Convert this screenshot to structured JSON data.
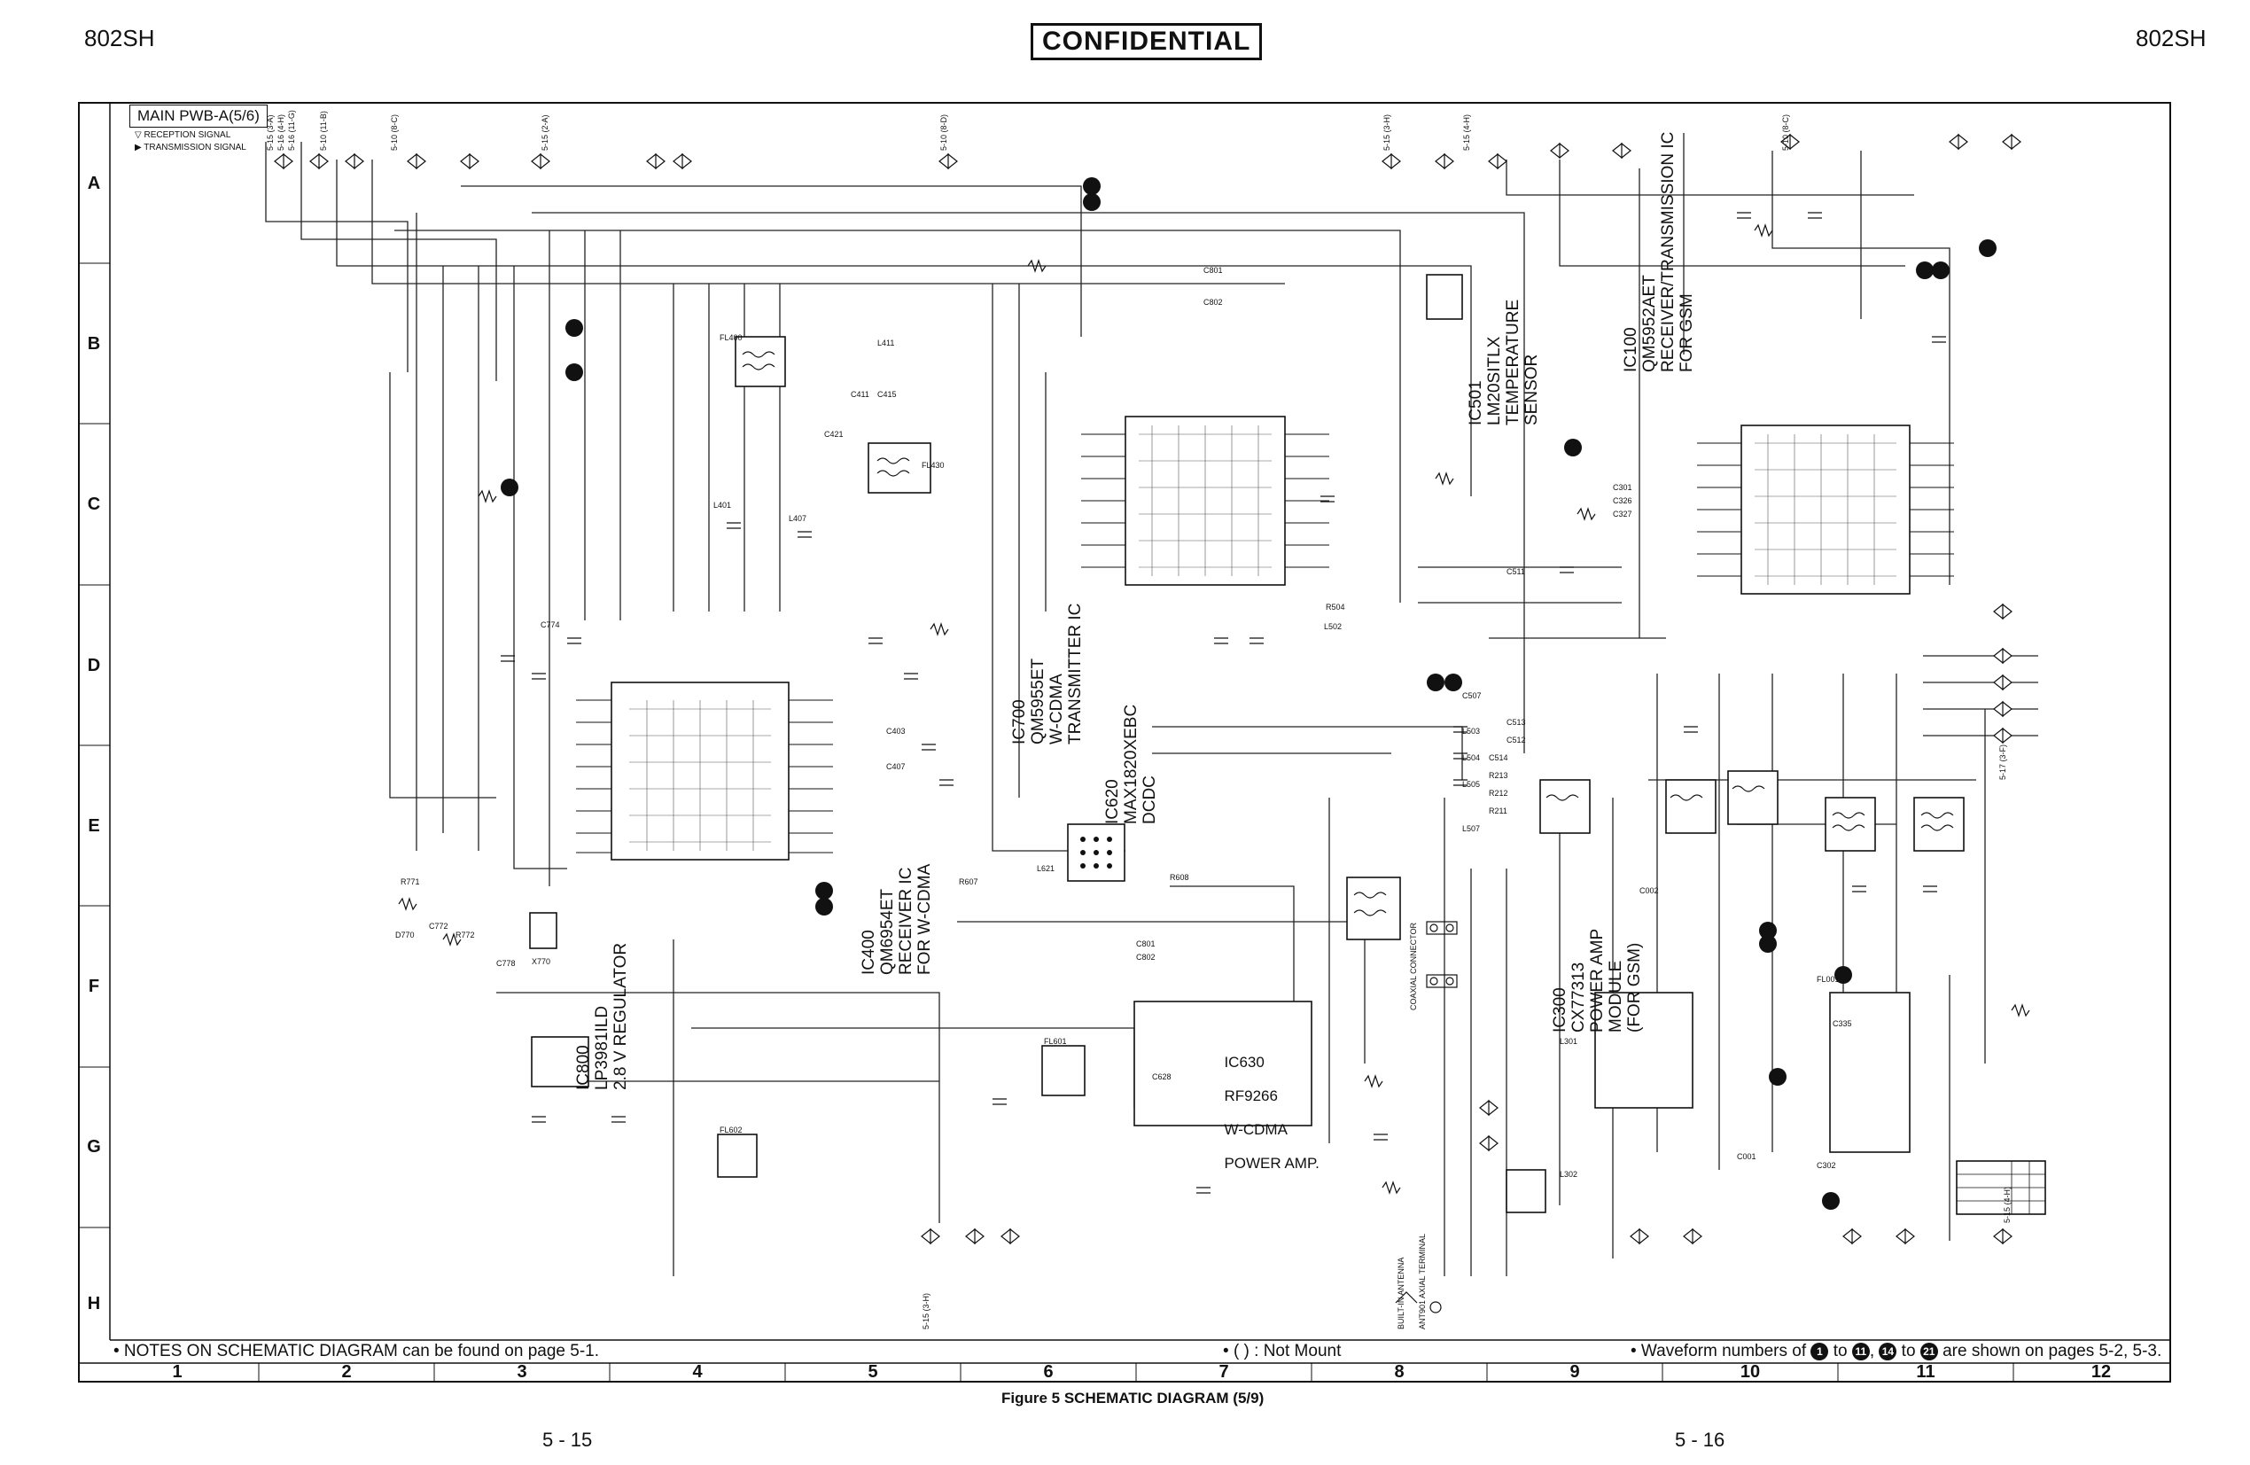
{
  "header": {
    "model_left": "802SH",
    "model_right": "802SH",
    "confidential": "CONFIDENTIAL"
  },
  "frame_title": "MAIN PWB-A(5/6)",
  "signal_legend": {
    "reception": "RECEPTION SIGNAL",
    "transmission": "TRANSMISSION SIGNAL"
  },
  "row_labels": [
    "A",
    "B",
    "C",
    "D",
    "E",
    "F",
    "G",
    "H"
  ],
  "col_labels": [
    "1",
    "2",
    "3",
    "4",
    "5",
    "6",
    "7",
    "8",
    "9",
    "10",
    "11",
    "12"
  ],
  "ic_blocks": [
    {
      "id": "IC700",
      "lines": [
        "IC700",
        "QM5955ET",
        "W-CDMA",
        "TRANSMITTER IC"
      ]
    },
    {
      "id": "IC400",
      "lines": [
        "IC400",
        "QM6954ET",
        "RECEIVER IC",
        "FOR W-CDMA"
      ]
    },
    {
      "id": "IC620",
      "lines": [
        "IC620",
        "MAX1820XEBC",
        "DCDC"
      ]
    },
    {
      "id": "IC630",
      "lines": [
        "IC630",
        "RF9266",
        "W-CDMA",
        "POWER AMP."
      ]
    },
    {
      "id": "IC800",
      "lines": [
        "IC800",
        "LP3981ILD",
        "2.8 V REGULATOR"
      ]
    },
    {
      "id": "IC501",
      "lines": [
        "IC501",
        "LM20SITLX",
        "TEMPERATURE",
        "SENSOR"
      ]
    },
    {
      "id": "IC100",
      "lines": [
        "IC100",
        "QM5952AET",
        "RECEIVER/TRANSMISSION IC",
        "FOR GSM"
      ]
    },
    {
      "id": "IC300",
      "lines": [
        "IC300",
        "CX77313",
        "POWER AMP",
        "MODULE",
        "(FOR GSM)"
      ]
    }
  ],
  "notes": {
    "left": "• NOTES ON SCHEMATIC DIAGRAM can be found on page 5-1.",
    "middle_prefix": "•",
    "middle": "(    ) : Not Mount",
    "right_prefix": "• Waveform numbers of",
    "right_to1": "to",
    "right_sep": ",",
    "right_to2": "to",
    "right_suffix": "are shown on pages 5-2, 5-3.",
    "badges": [
      "1",
      "11",
      "14",
      "21"
    ]
  },
  "caption": "Figure 5 SCHEMATIC DIAGRAM (5/9)",
  "page_numbers": {
    "left": "5 - 15",
    "right": "5 - 16"
  },
  "sample_labels": {
    "cross_refs": [
      "5-15 (3-A)",
      "5-16 (4-H)",
      "5-16 (11-G)",
      "5-10 (11-B)",
      "5-10 (8-C)",
      "5-15 (2-A)",
      "5-10 (8-D)",
      "5-15 (3-H)",
      "5-15 (4-H)",
      "5-10 (8-C)",
      "5-15 (3-H)",
      "5-17 (3-F)",
      "5-15 (4-H)"
    ],
    "parts": [
      "C801",
      "C802",
      "L411",
      "C411",
      "C415",
      "FL400",
      "FL430",
      "C421",
      "C774",
      "R771",
      "C772",
      "R772",
      "C778",
      "X770",
      "D770",
      "C801",
      "C802",
      "L621",
      "C628",
      "R607",
      "R608",
      "FL601",
      "FL602",
      "L401",
      "L407",
      "C403",
      "C407",
      "R504",
      "L502",
      "L503",
      "L504",
      "L505",
      "L507",
      "C507",
      "C511",
      "C512",
      "C513",
      "C514",
      "R213",
      "R212",
      "R211",
      "C301",
      "C326",
      "C327",
      "L301",
      "L302",
      "C001",
      "C002",
      "FL001",
      "C302",
      "C335"
    ],
    "connector_labels": [
      "COAXIAL CONNECTOR",
      "BUILT-IN ANTENNA",
      "ANT901 AXIAL TERMINAL"
    ]
  }
}
